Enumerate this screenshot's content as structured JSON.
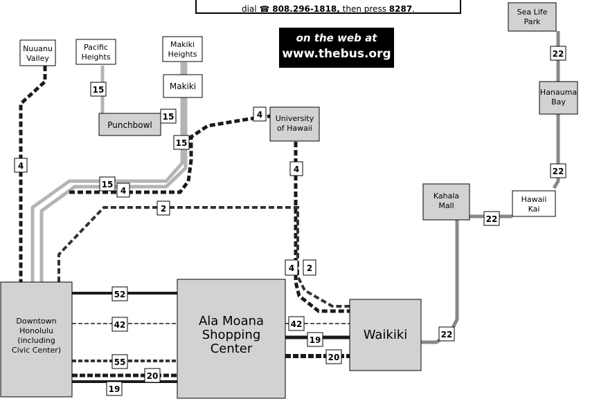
{
  "top_note": {
    "prefix": "dial",
    "number": "808.296-1818,",
    "middle": "then press",
    "code": "8287",
    "suffix": "."
  },
  "web_box": {
    "line1": "on the web at",
    "line2": "www.thebus.org"
  },
  "colors": {
    "route_dark": "#1a1a1a",
    "route_gray": "#b4b4b4",
    "route_mid_gray": "#888888",
    "hub_fill": "#d2d2d2",
    "box_border": "#000000"
  },
  "places": {
    "nuuanu_valley": [
      "Nuuanu",
      "Valley"
    ],
    "pacific_heights": [
      "Pacific",
      "Heights"
    ],
    "makiki_heights": [
      "Makiki",
      "Heights"
    ],
    "makiki": [
      "Makiki"
    ],
    "punchbowl": [
      "Punchbowl"
    ],
    "university": [
      "University",
      "of Hawaii"
    ],
    "sea_life_park": [
      "Sea Life",
      "Park"
    ],
    "hanauma_bay": [
      "Hanauma",
      "Bay"
    ],
    "kahala_mall": [
      "Kahala",
      "Mall"
    ],
    "hawaii_kai": [
      "Hawaii",
      "Kai"
    ],
    "downtown": [
      "Downtown",
      "Honolulu",
      "(including",
      "Civic Center)"
    ],
    "ala_moana": [
      "Ala Moana",
      "Shopping",
      "Center"
    ],
    "waikiki": [
      "Waikiki"
    ]
  },
  "route_labels": {
    "r4_nuuanu": "4",
    "r15_pacific": "15",
    "r15_punchbowl": "15",
    "r15_makiki": "15",
    "r15_diag": "15",
    "r4_diag": "4",
    "r4_univ_top": "4",
    "r4_univ_mid": "4",
    "r2_top": "2",
    "r4_univ_low": "4",
    "r2_low": "2",
    "r22_sealife": "22",
    "r22_hanauma": "22",
    "r22_kahala": "22",
    "r22_waikiki": "22",
    "r52": "52",
    "r42_left": "42",
    "r55": "55",
    "r20_left": "20",
    "r19_left": "19",
    "r42_right": "42",
    "r19_right": "19",
    "r20_right": "20"
  }
}
